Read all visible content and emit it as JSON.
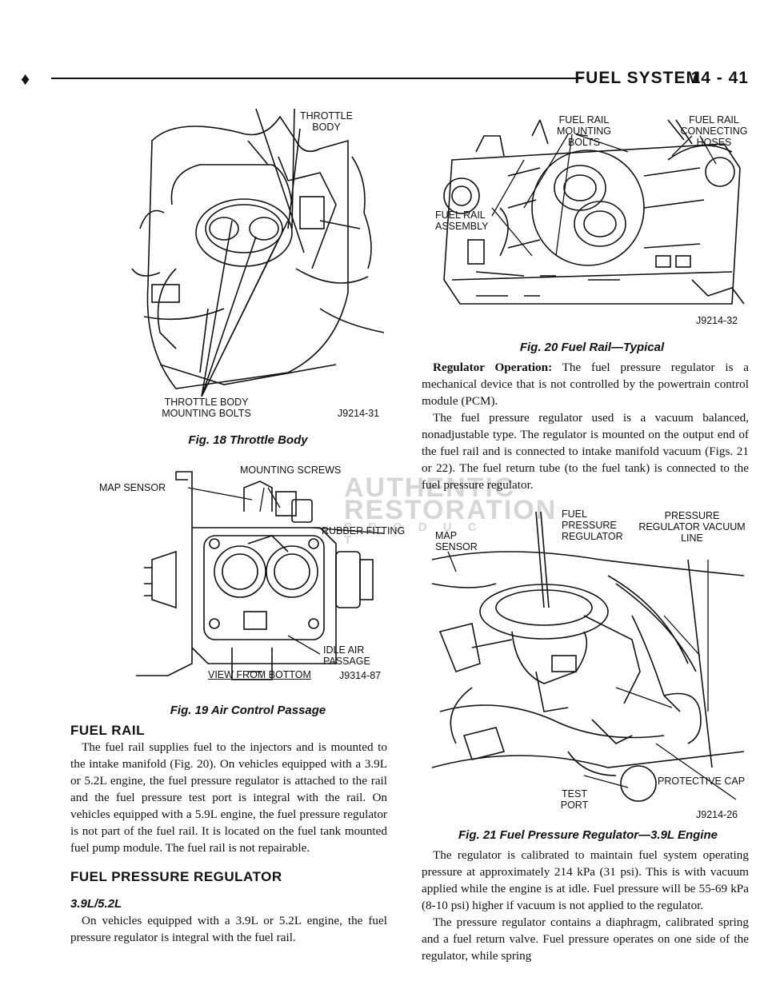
{
  "header": {
    "bullet": "♦",
    "title": "FUEL SYSTEM",
    "page": "14 - 41"
  },
  "fig18": {
    "label_throttle_body": "THROTTLE BODY",
    "label_mounting_bolts": "THROTTLE BODY MOUNTING BOLTS",
    "code": "J9214-31",
    "caption": "Fig. 18 Throttle Body"
  },
  "fig19": {
    "label_mounting_screws": "MOUNTING SCREWS",
    "label_map_sensor": "MAP SENSOR",
    "label_rubber_fitting": "RUBBER FITTING",
    "label_idle_air": "IDLE AIR PASSAGE",
    "label_view": "VIEW FROM BOTTOM",
    "code": "J9314-87",
    "caption": "Fig. 19 Air Control Passage",
    "watermark_line1": "AUTHENTIC",
    "watermark_line2": "RESTORATION",
    "watermark_line3": "P R O D U C T"
  },
  "fig20": {
    "label_mounting_bolts": "FUEL RAIL MOUNTING BOLTS",
    "label_connecting_hoses": "FUEL RAIL CONNECTING HOSES",
    "label_assembly": "FUEL RAIL ASSEMBLY",
    "code": "J9214-32",
    "caption": "Fig. 20 Fuel Rail—Typical"
  },
  "fig21": {
    "label_map_sensor": "MAP SENSOR",
    "label_regulator": "FUEL PRESSURE REGULATOR",
    "label_vacuum_line": "PRESSURE REGULATOR VACUUM LINE",
    "label_protective_cap": "PROTECTIVE CAP",
    "label_test_port": "TEST PORT",
    "code": "J9214-26",
    "caption": "Fig. 21 Fuel Pressure Regulator—3.9L Engine"
  },
  "left_text": {
    "heading_fuel_rail": "FUEL RAIL",
    "para_fuel_rail": "The fuel rail supplies fuel to the injectors and is mounted to the intake manifold (Fig. 20). On vehicles equipped with a 3.9L or 5.2L engine, the fuel pressure regulator is attached to the rail and the fuel pressure test port is integral with the rail. On vehicles equipped with a 5.9L engine, the fuel pressure regulator is not part of the fuel rail. It is located on the fuel tank mounted fuel pump module. The fuel rail is not repairable.",
    "heading_regulator": "FUEL PRESSURE REGULATOR",
    "subheading": "3.9L/5.2L",
    "para_39": "On vehicles equipped with a 3.9L or 5.2L engine, the fuel pressure regulator is integral with the fuel rail."
  },
  "right_text": {
    "runin": "Regulator Operation:",
    "para_operation": "The fuel pressure regulator is a mechanical device that is not controlled by the powertrain control module (PCM).",
    "para_balanced": "The fuel pressure regulator used is a vacuum balanced, nonadjustable type. The regulator is mounted on the output end of the fuel rail and is connected to intake manifold vacuum (Figs. 21 or 22). The fuel return tube (to the fuel tank) is connected to the fuel pressure regulator.",
    "para_calibrated": "The regulator is calibrated to maintain fuel system operating pressure at approximately 214 kPa (31 psi). This is with vacuum applied while the engine is at idle. Fuel pressure will be 55-69 kPa (8-10 psi) higher if vacuum is not applied to the regulator.",
    "para_diaphragm": "The pressure regulator contains a diaphragm, calibrated spring and a fuel return valve. Fuel pressure operates on one side of the regulator, while spring"
  }
}
